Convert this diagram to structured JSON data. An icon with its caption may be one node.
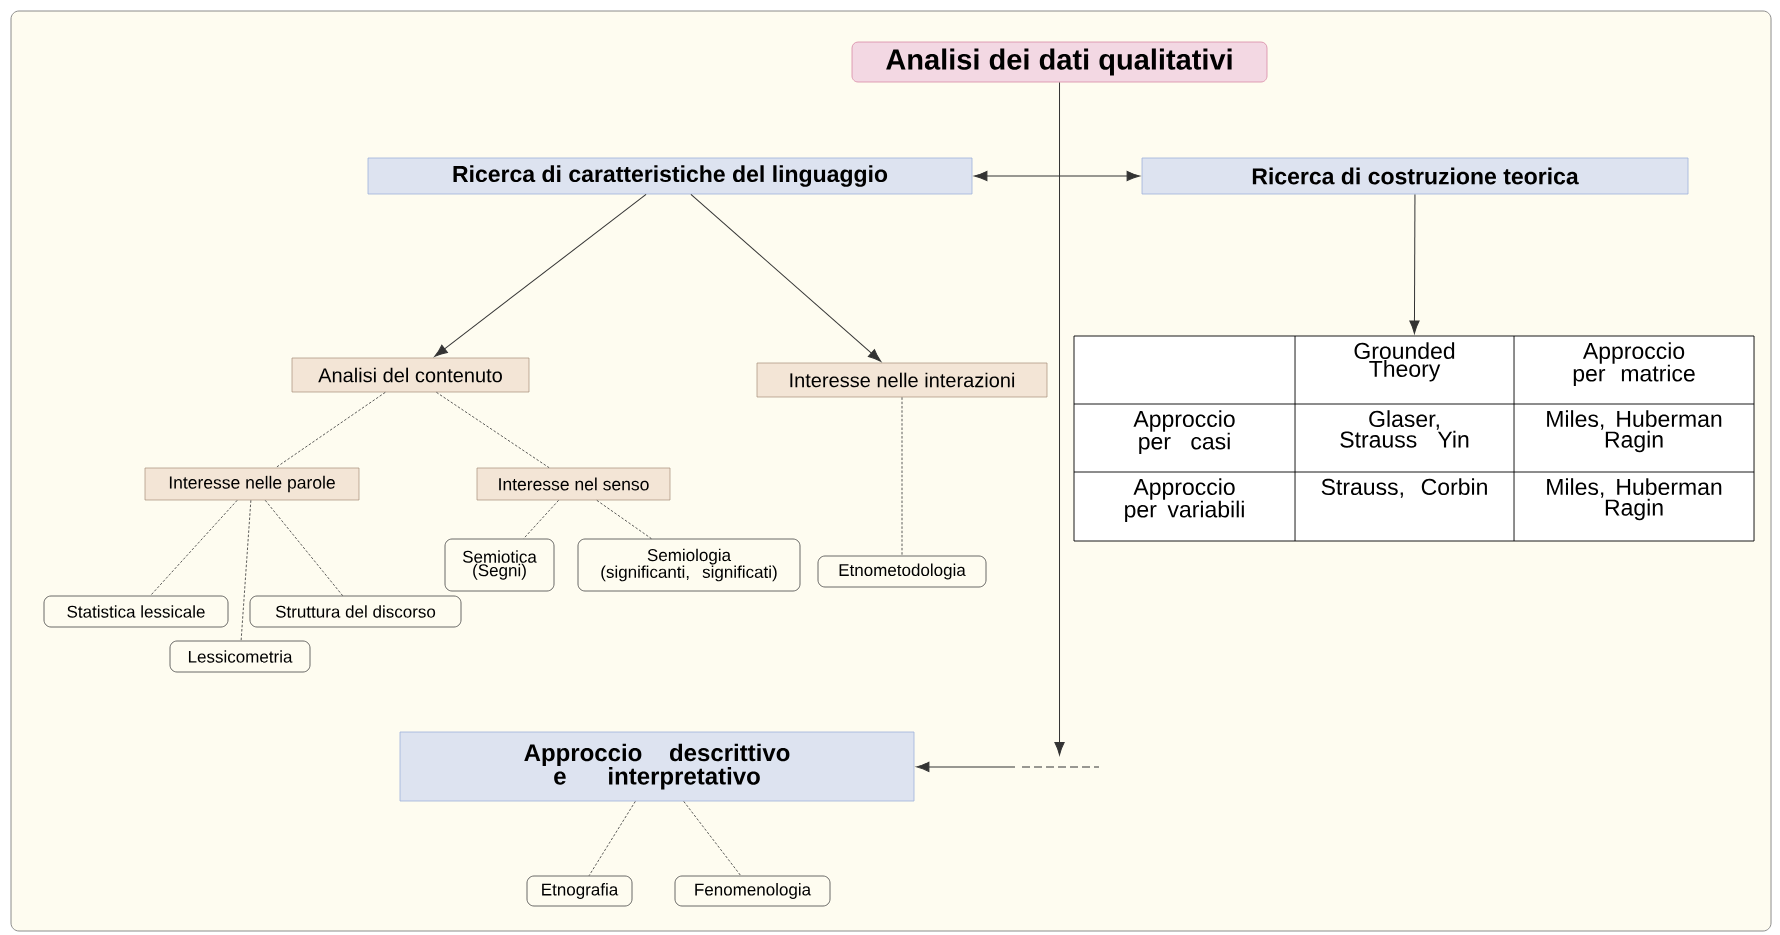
{
  "diagram": {
    "nodes": [
      {
        "text": [
          "Analisi dei dati qualitativi"
        ]
      },
      {
        "text": [
          "Ricerca di caratteristiche del linguaggio"
        ]
      },
      {
        "text": [
          "Ricerca di costruzione teorica"
        ]
      },
      {
        "text": [
          "Analisi del contenuto"
        ]
      },
      {
        "text": [
          "Interesse nelle interazioni"
        ]
      },
      {
        "text": [
          "Grounded Theory",
          "Approccio per matrice",
          "Approccio per casi",
          "Glaser, Strauss Yin",
          "Miles, Huberman Ragin",
          "Approccio per variabili",
          "Strauss, Corbin",
          "Miles, Huberman Ragin"
        ]
      },
      {
        "text": [
          "Interesse nelle parole"
        ]
      },
      {
        "text": [
          "Interesse nel senso"
        ]
      },
      {
        "text": [
          "Semiotica (Segni)"
        ]
      },
      {
        "text": [
          "Semiologia (significanti, significati)"
        ]
      },
      {
        "text": [
          "Etnometodologia"
        ]
      },
      {
        "text": [
          "Statistica lessicale"
        ]
      },
      {
        "text": [
          "Struttura del discorso"
        ]
      },
      {
        "text": [
          "Lessicometria"
        ]
      },
      {
        "text": [
          "Approccio descrittivo e interpretativo"
        ]
      },
      {
        "text": [
          "Etnografia"
        ]
      },
      {
        "text": [
          "Fenomenologia"
        ]
      }
    ],
    "edges": [
      {
        "from": 0,
        "to": null,
        "arrow": "to"
      },
      {
        "from": 1,
        "to": 2,
        "arrow": "both"
      },
      {
        "from": 1,
        "to": 3,
        "arrow": "to"
      },
      {
        "from": 1,
        "to": 4,
        "arrow": "to"
      },
      {
        "from": 2,
        "to": 5,
        "arrow": "to"
      },
      {
        "from": 3,
        "to": 6,
        "arrow": "none",
        "style": "dashed"
      },
      {
        "from": 3,
        "to": 7,
        "arrow": "none",
        "style": "dashed"
      },
      {
        "from": 4,
        "to": 10,
        "arrow": "none",
        "style": "dashed"
      },
      {
        "from": 6,
        "to": 11,
        "arrow": "none",
        "style": "dashed"
      },
      {
        "from": 6,
        "to": 13,
        "arrow": "none",
        "style": "dashed"
      },
      {
        "from": 6,
        "to": 12,
        "arrow": "none",
        "style": "dashed"
      },
      {
        "from": 7,
        "to": 8,
        "arrow": "none",
        "style": "dashed"
      },
      {
        "from": 7,
        "to": 9,
        "arrow": "none",
        "style": "dashed"
      },
      {
        "from": null,
        "to": 14,
        "arrow": "to"
      },
      {
        "from": 14,
        "to": 15,
        "arrow": "none",
        "style": "dashed"
      },
      {
        "from": 14,
        "to": 16,
        "arrow": "none",
        "style": "dashed"
      }
    ]
  }
}
